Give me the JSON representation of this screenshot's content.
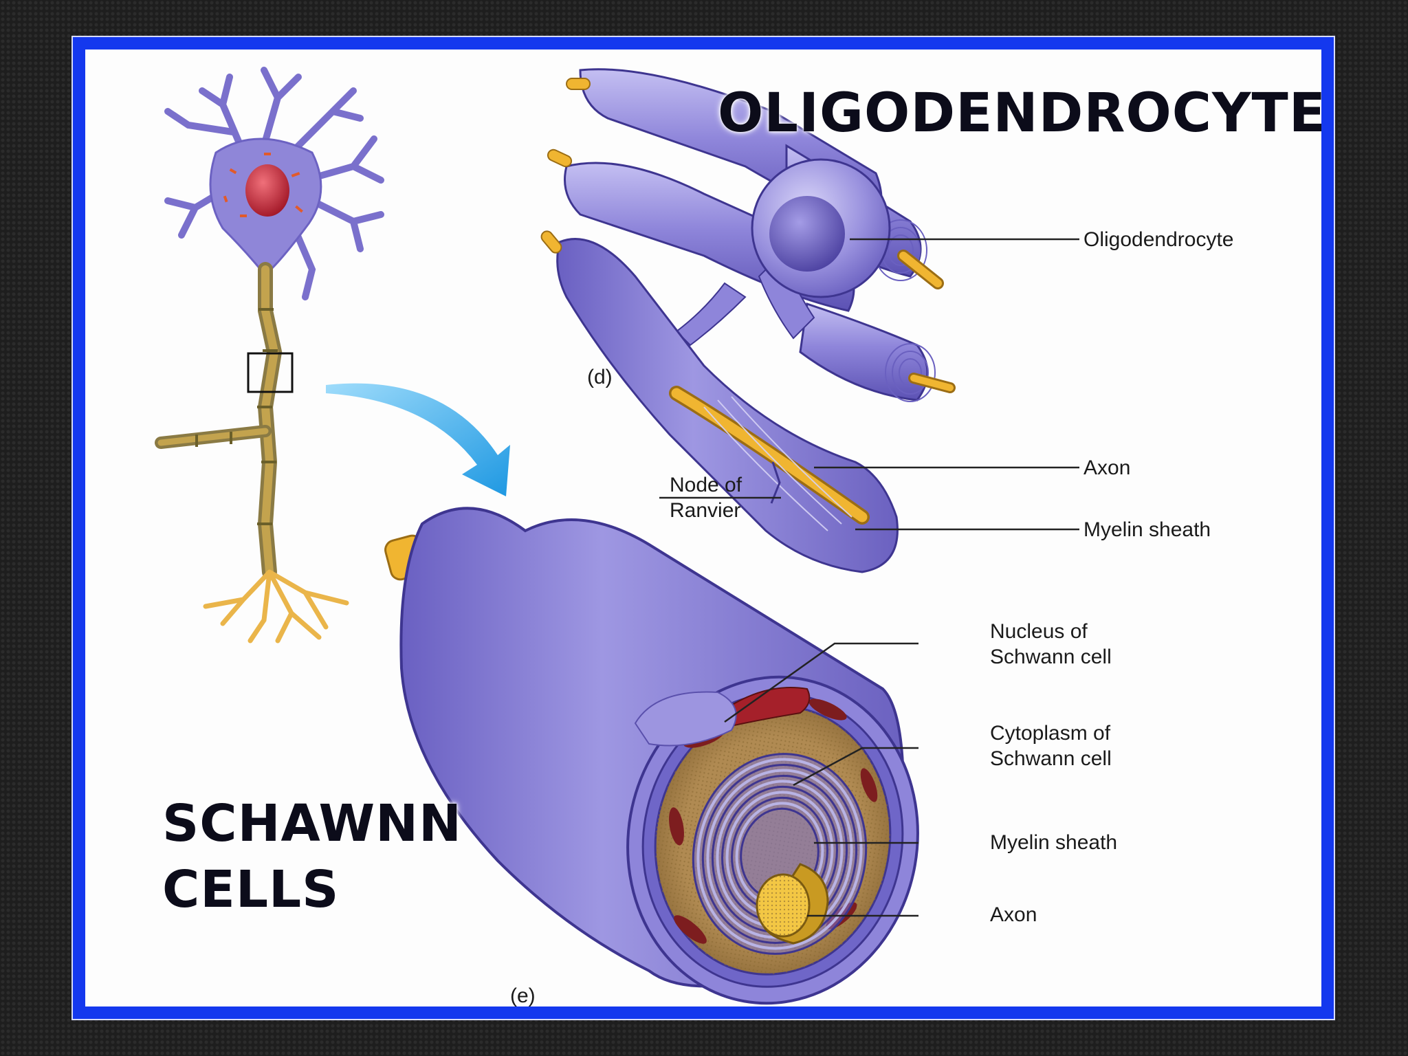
{
  "titles": {
    "oligodendrocyte": "OLIGODENDROCYTE",
    "schwann_line1": "SCHAWNN",
    "schwann_line2": "CELLS"
  },
  "panel_d": {
    "panel_label": "(d)",
    "labels": {
      "oligodendrocyte": "Oligodendrocyte",
      "axon": "Axon",
      "node_of_ranvier": "Node of\nRanvier",
      "myelin_sheath": "Myelin sheath"
    }
  },
  "panel_e": {
    "panel_label": "(e)",
    "labels": {
      "nucleus": "Nucleus of\nSchwann cell",
      "cytoplasm": "Cytoplasm of\nSchwann cell",
      "myelin_sheath": "Myelin sheath",
      "axon": "Axon"
    }
  },
  "colors": {
    "frame": "#1438ee",
    "cell_purple": "#8e85da",
    "cell_dark": "#4a3f96",
    "axon_yellow": "#f0b531",
    "cytoplasm_brown": "#a9824c",
    "nucleus_red": "#a5202a",
    "arrow_blue": "#29a9ea",
    "title_text": "#0c0c1a"
  }
}
